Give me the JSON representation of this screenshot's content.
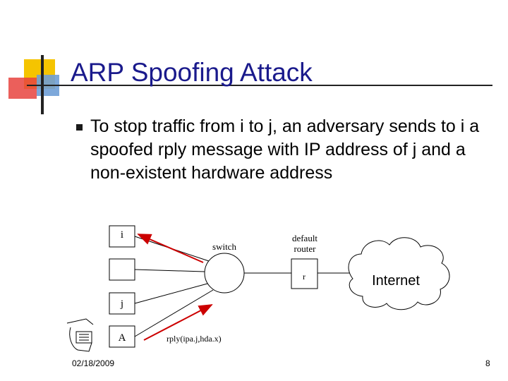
{
  "slide": {
    "title": "ARP Spoofing Attack",
    "bullet": "To stop traffic from i to j, an adversary sends to i a spoofed rply message with IP address of j and a non-existent hardware address",
    "footer_date": "02/18/2009",
    "page_number": "8"
  },
  "diagram": {
    "node_i": "i",
    "node_j": "j",
    "node_a": "A",
    "node_r": "r",
    "switch_label": "switch",
    "router_label_1": "default",
    "router_label_2": "router",
    "internet_label": "Internet",
    "message_label": "rply(ipa.j,hda.x)"
  },
  "colors": {
    "title": "#1a1a8c",
    "arrow": "#cc0000",
    "logo_yellow": "#f5c400",
    "logo_blue": "#6f9fd6",
    "logo_red": "#e8433e"
  }
}
